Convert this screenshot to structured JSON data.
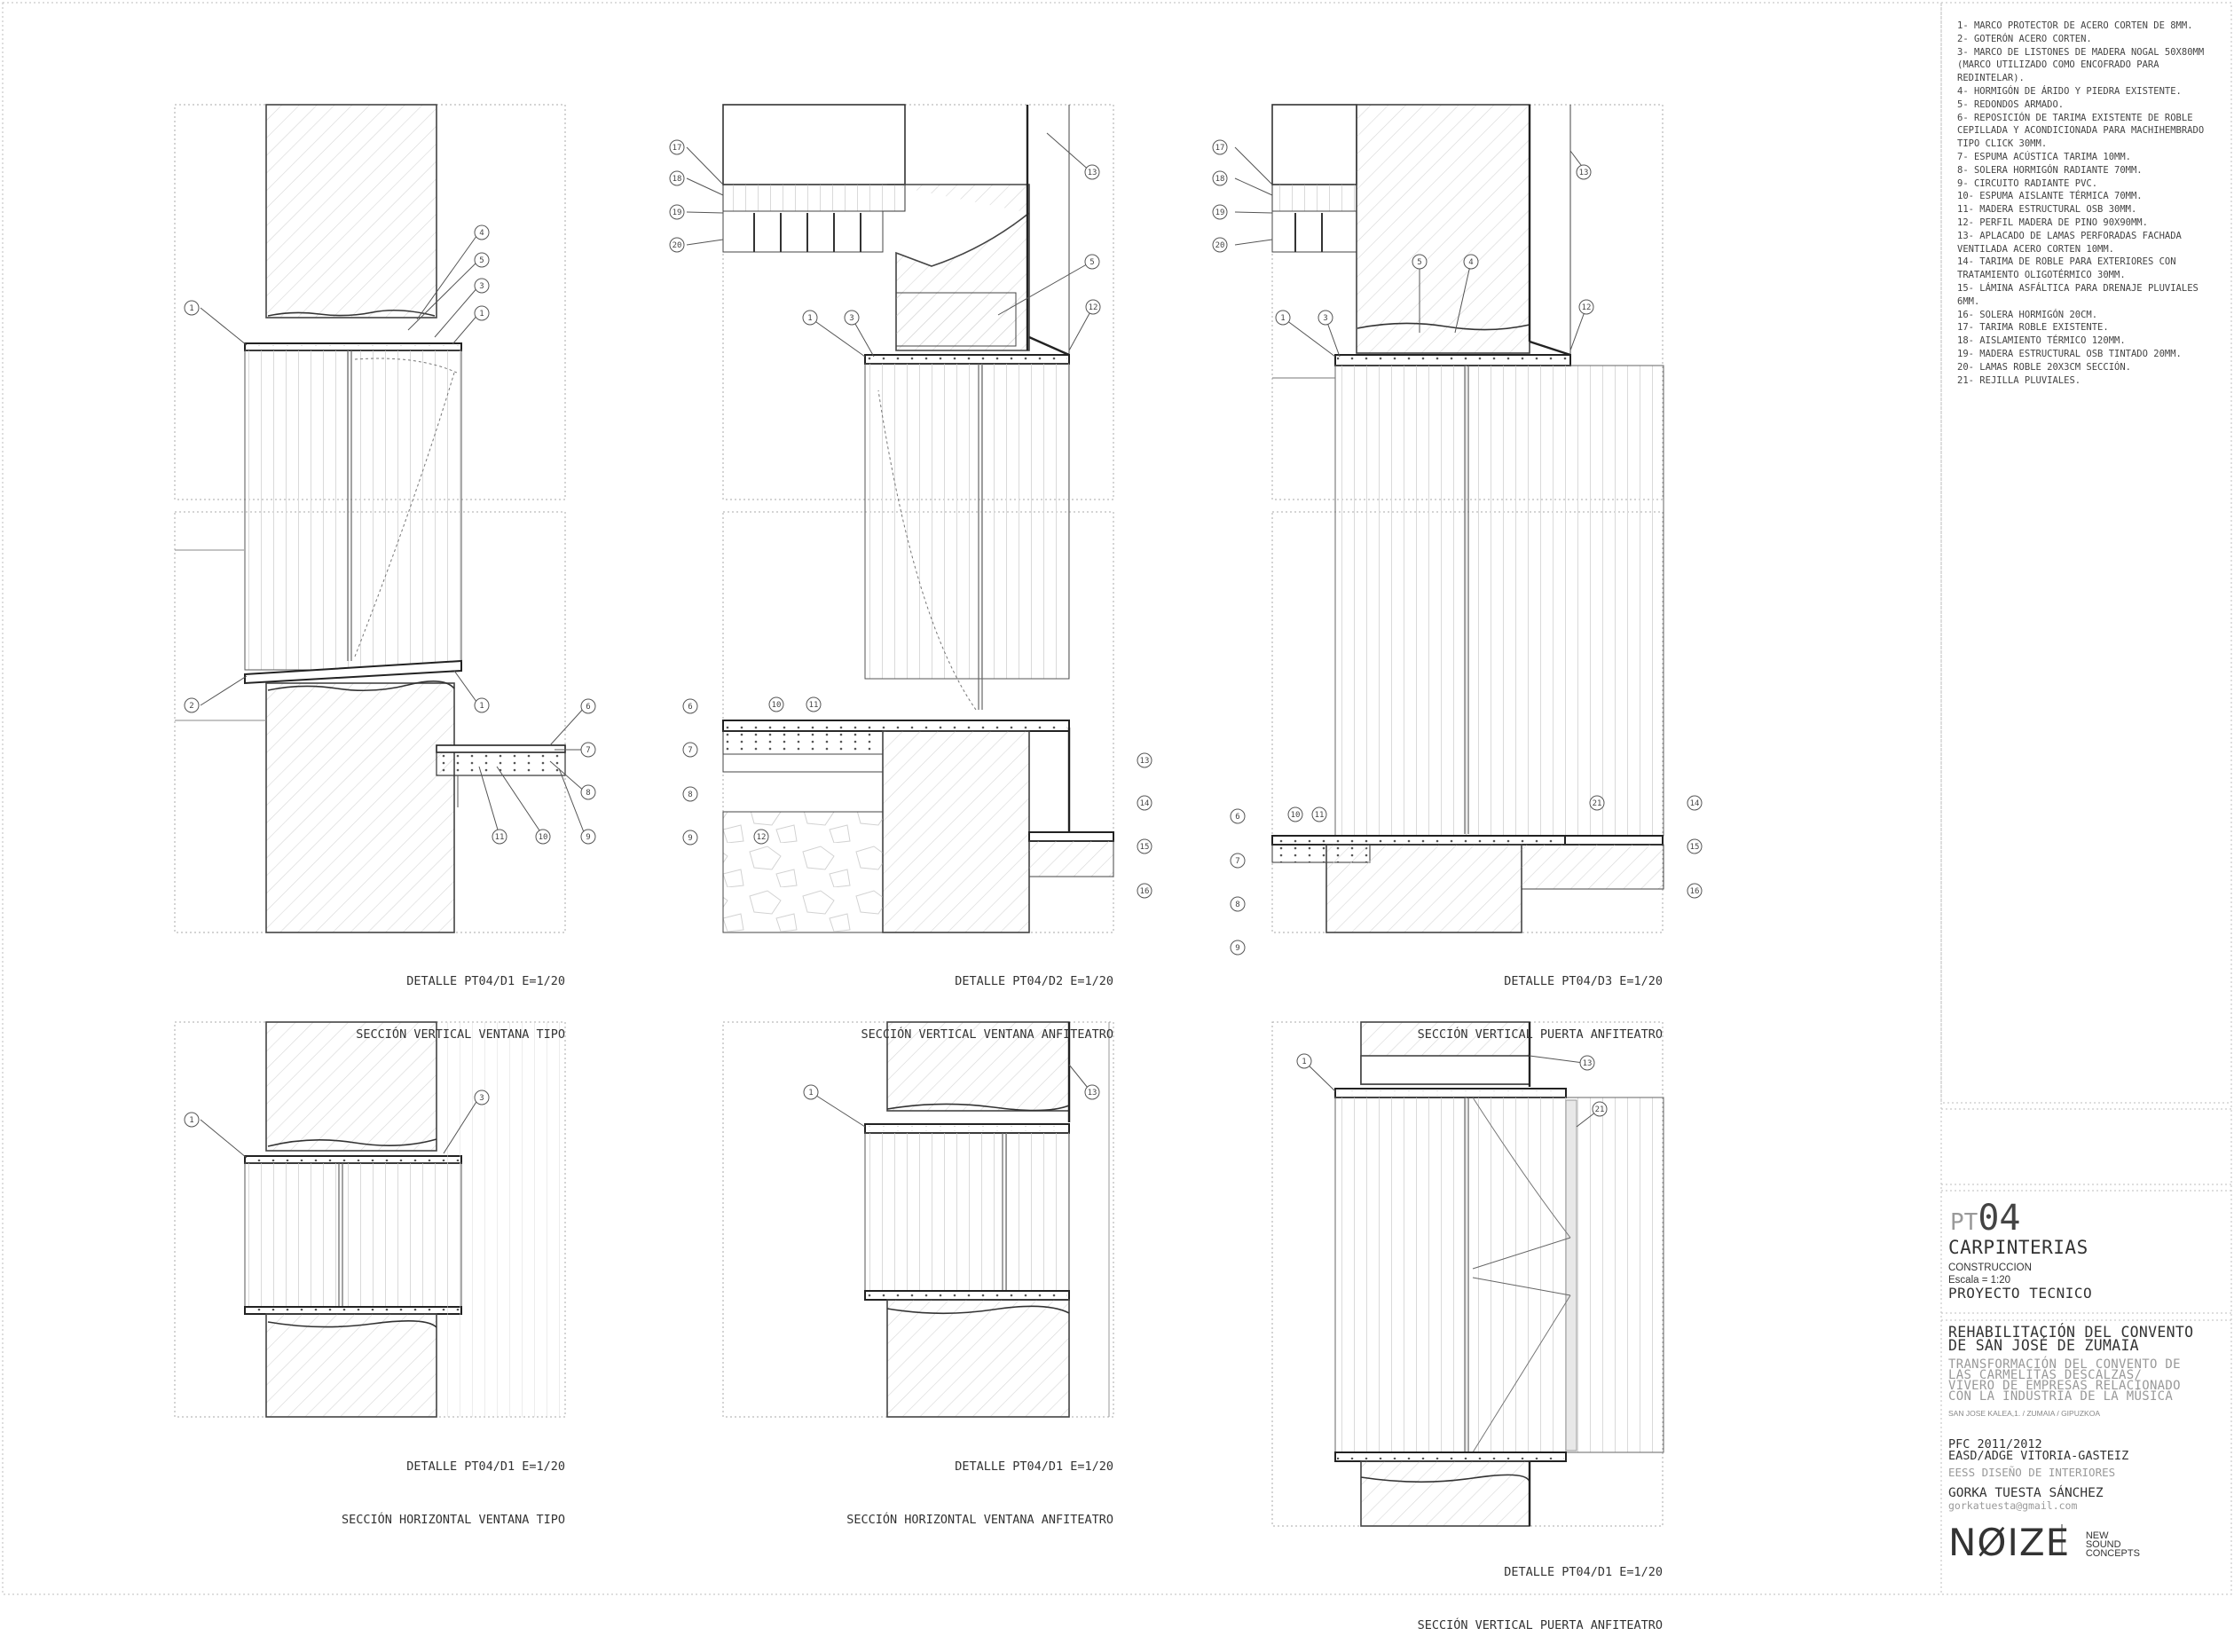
{
  "legend": [
    {
      "num": "1-",
      "text": "MARCO PROTECTOR DE ACERO CORTEN DE 8MM."
    },
    {
      "num": "2-",
      "text": "GOTERÓN ACERO CORTEN."
    },
    {
      "num": "3-",
      "text": "MARCO DE LISTONES DE MADERA NOGAL 50X80MM (MARCO UTILIZADO COMO ENCOFRADO PARA REDINTELAR)."
    },
    {
      "num": "4-",
      "text": "HORMIGÓN DE ÁRIDO Y PIEDRA EXISTENTE."
    },
    {
      "num": "5-",
      "text": "REDONDOS ARMADO."
    },
    {
      "num": "6-",
      "text": "REPOSICIÓN DE TARIMA EXISTENTE DE ROBLE CEPILLADA Y ACONDICIONADA PARA MACHIHEMBRADO TIPO CLICK 30MM."
    },
    {
      "num": "7-",
      "text": "ESPUMA ACÚSTICA TARIMA 10MM."
    },
    {
      "num": "8-",
      "text": "SOLERA HORMIGÓN RADIANTE 70MM."
    },
    {
      "num": "9-",
      "text": "CIRCUITO RADIANTE PVC."
    },
    {
      "num": "10-",
      "text": "ESPUMA AISLANTE TÉRMICA 70MM."
    },
    {
      "num": "11-",
      "text": "MADERA ESTRUCTURAL OSB 30MM."
    },
    {
      "num": "12-",
      "text": "PERFIL MADERA DE PINO 90X90MM."
    },
    {
      "num": "13-",
      "text": "APLACADO DE LAMAS PERFORADAS FACHADA VENTILADA ACERO CORTEN 10MM."
    },
    {
      "num": "14-",
      "text": "TARIMA DE ROBLE PARA EXTERIORES CON TRATAMIENTO OLIGOTÉRMICO 30MM."
    },
    {
      "num": "15-",
      "text": "LÁMINA ASFÁLTICA PARA DRENAJE PLUVIALES 6MM."
    },
    {
      "num": "16-",
      "text": "SOLERA HORMIGÓN 20CM."
    },
    {
      "num": "17-",
      "text": "TARIMA ROBLE EXISTENTE."
    },
    {
      "num": "18-",
      "text": "AISLAMIENTO TÉRMICO 120MM."
    },
    {
      "num": "19-",
      "text": "MADERA ESTRUCTURAL OSB TINTADO 20MM."
    },
    {
      "num": "20-",
      "text": "LAMAS ROBLE 20X3CM SECCIÓN."
    },
    {
      "num": "21-",
      "text": "REJILLA PLUVIALES."
    }
  ],
  "details": [
    {
      "line1": "DETALLE PT04/D1 E=1/20",
      "line2": "SECCIÓN VERTICAL VENTANA TIPO"
    },
    {
      "line1": "DETALLE PT04/D2 E=1/20",
      "line2": "SECCIÓN VERTICAL VENTANA ANFITEATRO"
    },
    {
      "line1": "DETALLE PT04/D3 E=1/20",
      "line2": "SECCIÓN VERTICAL PUERTA ANFITEATRO"
    },
    {
      "line1": "DETALLE PT04/D1 E=1/20",
      "line2": "SECCIÓN HORIZONTAL VENTANA TIPO"
    },
    {
      "line1": "DETALLE PT04/D1 E=1/20",
      "line2": "SECCIÓN HORIZONTAL VENTANA ANFITEATRO"
    },
    {
      "line1": "DETALLE PT04/D1 E=1/20",
      "line2": "SECCIÓN VERTICAL PUERTA ANFITEATRO"
    }
  ],
  "callouts": {
    "d1": [
      "1",
      "4",
      "5",
      "3",
      "1",
      "2",
      "1",
      "6",
      "7",
      "8",
      "9",
      "10",
      "11"
    ],
    "d2": [
      "17",
      "18",
      "19",
      "20",
      "13",
      "5",
      "1",
      "3",
      "12",
      "6",
      "10",
      "11",
      "7",
      "8",
      "9",
      "12",
      "13",
      "14",
      "15",
      "16"
    ],
    "d3": [
      "17",
      "18",
      "19",
      "20",
      "13",
      "5",
      "4",
      "1",
      "3",
      "12",
      "6",
      "10",
      "11",
      "7",
      "8",
      "9",
      "21",
      "14",
      "15",
      "16"
    ],
    "d4": [
      "1",
      "3"
    ],
    "d5": [
      "1",
      "13"
    ],
    "d6": [
      "1",
      "13",
      "21"
    ]
  },
  "titleblock": {
    "code_prefix": "PT",
    "code_number": "04",
    "title": "CARPINTERIAS",
    "subtitle": "CONSTRUCCION",
    "scale": "Escala = 1:20",
    "project_type": "PROYECTO TECNICO",
    "project_name": [
      "REHABILITACIÓN DEL CONVENTO",
      "DE SAN JOSÉ DE ZUMAIA"
    ],
    "description": [
      "TRANSFORMACIÓN DEL CONVENTO DE",
      "LAS CARMELITAS DESCALZAS/",
      "VIVERO DE EMPRESAS RELACIONADO",
      "CON LA INDUSTRIA DE LA MÚSICA"
    ],
    "address": "SAN JOSE KALEA,1. / ZUMAIA / GIPUZKOA",
    "pfc": "PFC 2011/2012",
    "school": "EASD/ADGE VITORIA-GASTEIZ",
    "specialty": "EESS DISEÑO DE INTERIORES",
    "author": "GORKA TUESTA SÁNCHEZ",
    "email": "gorkatuesta@gmail.com",
    "logo_text": "NØIZE",
    "logo_sub": [
      "NEW",
      "SOUND",
      "CONCEPTS"
    ]
  }
}
